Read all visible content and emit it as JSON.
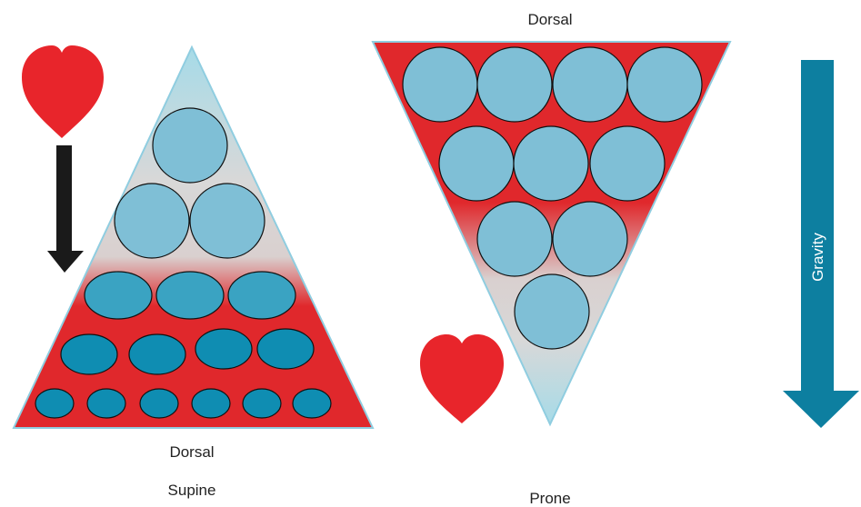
{
  "supine": {
    "bottom_label": "Dorsal",
    "caption": "Supine"
  },
  "prone": {
    "top_label": "Dorsal",
    "caption": "Prone"
  },
  "gravity": {
    "label": "Gravity"
  },
  "colors": {
    "heart": "#e8252b",
    "triangle_red": "#e0282c",
    "triangle_light": "#d8d8d8",
    "apex_blue": "#a6dbe8",
    "alveolus_light": "#7fbfd6",
    "alveolus_mid": "#3aa3c2",
    "alveolus_dark": "#0f8db2",
    "gravity_arrow": "#0d7fa0",
    "black_arrow": "#1a1a1a"
  },
  "icons": {
    "supine_heart": "heart-icon",
    "prone_heart": "heart-icon",
    "supine_arrow": "down-arrow-icon",
    "gravity_arrow": "down-arrow-icon"
  }
}
